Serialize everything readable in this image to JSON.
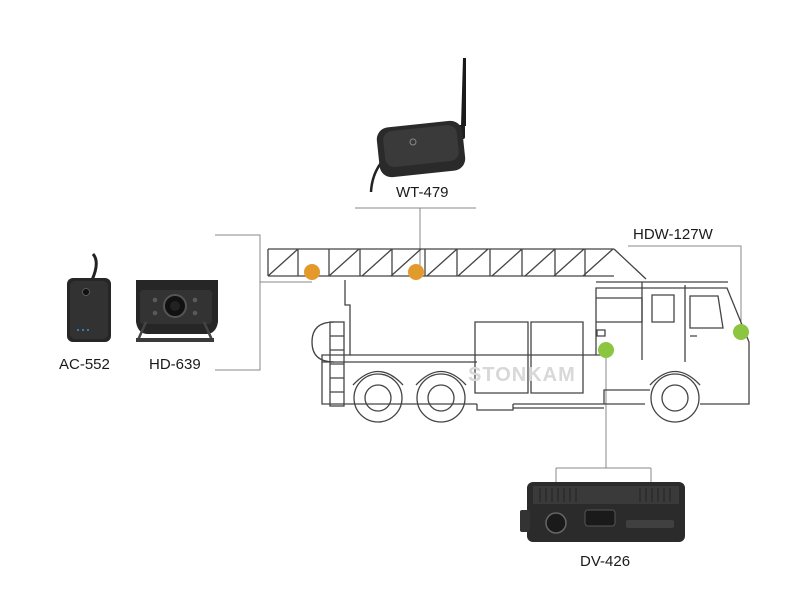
{
  "devices": {
    "antenna_module": {
      "label": "WT-479"
    },
    "display_unit": {
      "label": "HDW-127W"
    },
    "small_camera": {
      "label": "AC-552"
    },
    "reverse_camera": {
      "label": "HD-639"
    },
    "mobile_dvr": {
      "label": "DV-426"
    }
  },
  "watermark": "STONKAM",
  "colors": {
    "orange_marker": "#e39a2b",
    "green_marker": "#8cc53f",
    "line": "#444444",
    "connector": "#888888",
    "device_body": "#2b2b2b"
  }
}
